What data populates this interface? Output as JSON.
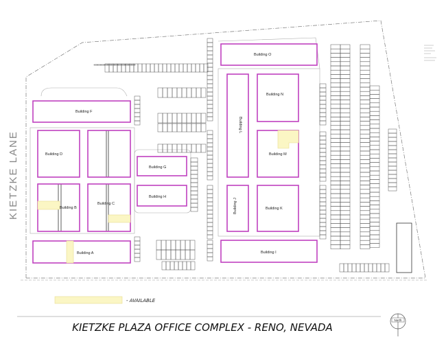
{
  "title": "KIETZKE PLAZA OFFICE COMPLEX - RENO, NEVADA",
  "street": "KIETZKE LANE",
  "legend": {
    "label": "- AVAILABLE",
    "color": "#fbf6c4"
  },
  "north_label": "North",
  "buildings": {
    "A": "Building A",
    "B": "Building B",
    "C": "Building C",
    "D": "Building D",
    "F": "Building F",
    "G": "Building G",
    "H": "Building H",
    "I": "Building I",
    "J": "Building J",
    "K": "Building K",
    "L": "Building L",
    "M": "Building M",
    "N": "Building N",
    "O": "Building O"
  },
  "colors": {
    "outline": "#c040c0",
    "available": "#fbf6c4"
  }
}
